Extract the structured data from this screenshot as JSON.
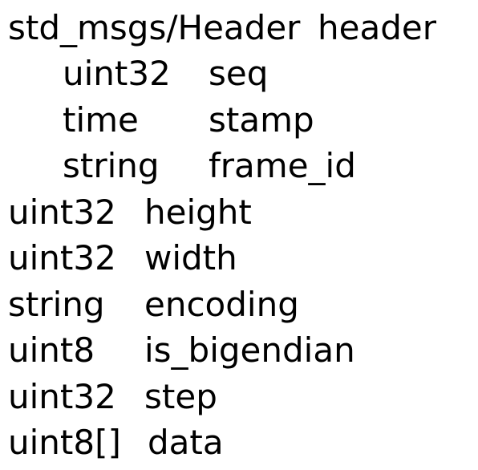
{
  "fields": [
    {
      "type": "std_msgs/Header",
      "name": "header"
    },
    {
      "type": "uint32",
      "name": "seq"
    },
    {
      "type": "time",
      "name": "stamp"
    },
    {
      "type": "string",
      "name": "frame_id"
    },
    {
      "type": "uint32",
      "name": "height"
    },
    {
      "type": "uint32",
      "name": "width"
    },
    {
      "type": "string",
      "name": "encoding"
    },
    {
      "type": "uint8",
      "name": "is_bigendian"
    },
    {
      "type": "uint32",
      "name": "step"
    },
    {
      "type": "uint8[]",
      "name": "data"
    }
  ],
  "colors": {
    "text": "#000000",
    "background": "#ffffff"
  }
}
